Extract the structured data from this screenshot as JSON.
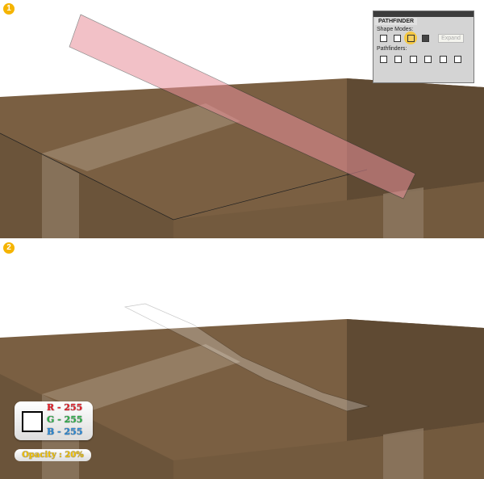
{
  "steps": [
    "1",
    "2"
  ],
  "pathfinder": {
    "title": "PATHFINDER",
    "shape_modes_label": "Shape Modes:",
    "pathfinders_label": "Pathfinders:",
    "expand_label": "Expand"
  },
  "color_info": {
    "r": "R - 255",
    "g": "G - 255",
    "b": "B - 255",
    "opacity": "Opacity : 20%",
    "fill_color": "#ffffff"
  }
}
